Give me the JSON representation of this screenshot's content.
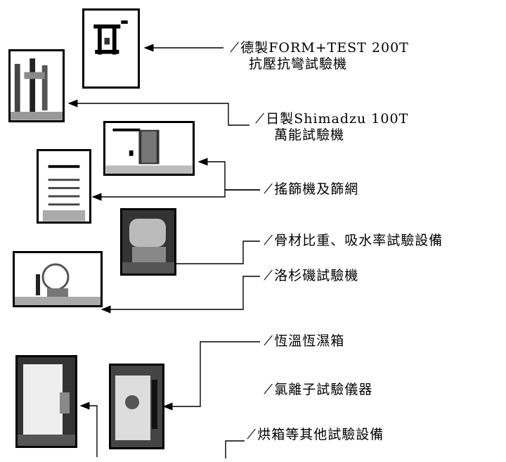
{
  "bullet": "⁄",
  "labels": {
    "form_test": [
      "德製FORM+TEST 200T",
      "抗壓抗彎試驗機"
    ],
    "shimadzu": [
      "日製Shimadzu 100T",
      "萬能試驗機"
    ],
    "sieve": "搖篩機及篩網",
    "aggregate": "骨材比重、吸水率試驗設備",
    "la_abrasion": "洛杉磯試驗機",
    "humidity": "恆溫恆濕箱",
    "chloride": "氯離子試驗儀器",
    "oven": "烘箱等其他試驗設備"
  }
}
